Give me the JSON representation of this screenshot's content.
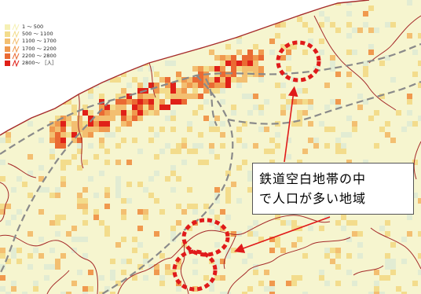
{
  "legend": {
    "items": [
      {
        "label": "1 ～ 500",
        "color": "#f5f0b4"
      },
      {
        "label": "500 ～ 1100",
        "color": "#f3dc8c"
      },
      {
        "label": "1100 ～ 1700",
        "color": "#f3bf71"
      },
      {
        "label": "1700 ～ 2200",
        "color": "#f0994e"
      },
      {
        "label": "2200 ～ 2800",
        "color": "#ea6a33"
      },
      {
        "label": "2800～ ［人］",
        "color": "#e02018"
      }
    ]
  },
  "callout": {
    "line1": "鉄道空白地帯の中",
    "line2": "で人口が多い地域"
  },
  "colors": {
    "base": "#f6f5cf",
    "greenish": "#e2ecd3",
    "boundary": "#a52a2a",
    "rail": "#8a8a8a",
    "highlight": "#e01a1a"
  }
}
